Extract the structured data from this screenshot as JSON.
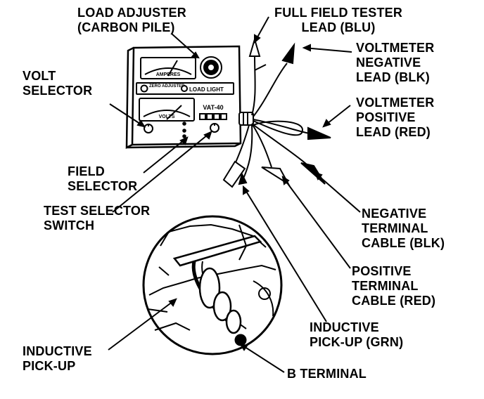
{
  "labels": {
    "load_adjuster": [
      "LOAD ADJUSTER",
      "(CARBON PILE)"
    ],
    "full_field_tester_lead": [
      "FULL FIELD TESTER",
      "LEAD (BLU)"
    ],
    "volt_selector": [
      "VOLT",
      "SELECTOR"
    ],
    "voltmeter_negative_lead": [
      "VOLTMETER",
      "NEGATIVE",
      "LEAD (BLK)"
    ],
    "voltmeter_positive_lead": [
      "VOLTMETER",
      "POSITIVE",
      "LEAD (RED)"
    ],
    "field_selector": [
      "FIELD",
      "SELECTOR"
    ],
    "test_selector_switch": [
      "TEST SELECTOR",
      "SWITCH"
    ],
    "negative_terminal_cable": [
      "NEGATIVE",
      "TERMINAL",
      "CABLE (BLK)"
    ],
    "positive_terminal_cable": [
      "POSITIVE",
      "TERMINAL",
      "CABLE (RED)"
    ],
    "inductive_pickup_grn": [
      "INDUCTIVE",
      "PICK-UP (GRN)"
    ],
    "inductive_pickup": [
      "INDUCTIVE",
      "PICK-UP"
    ],
    "b_terminal": [
      "B TERMINAL"
    ]
  },
  "tester_panel": {
    "ammeter_label": "AMPERES",
    "zero_adjust_label": "ZERO ADJUSTER",
    "load_light_label": "LOAD LIGHT",
    "voltmeter_label": "VOLTS",
    "model_label": "VAT-40"
  }
}
